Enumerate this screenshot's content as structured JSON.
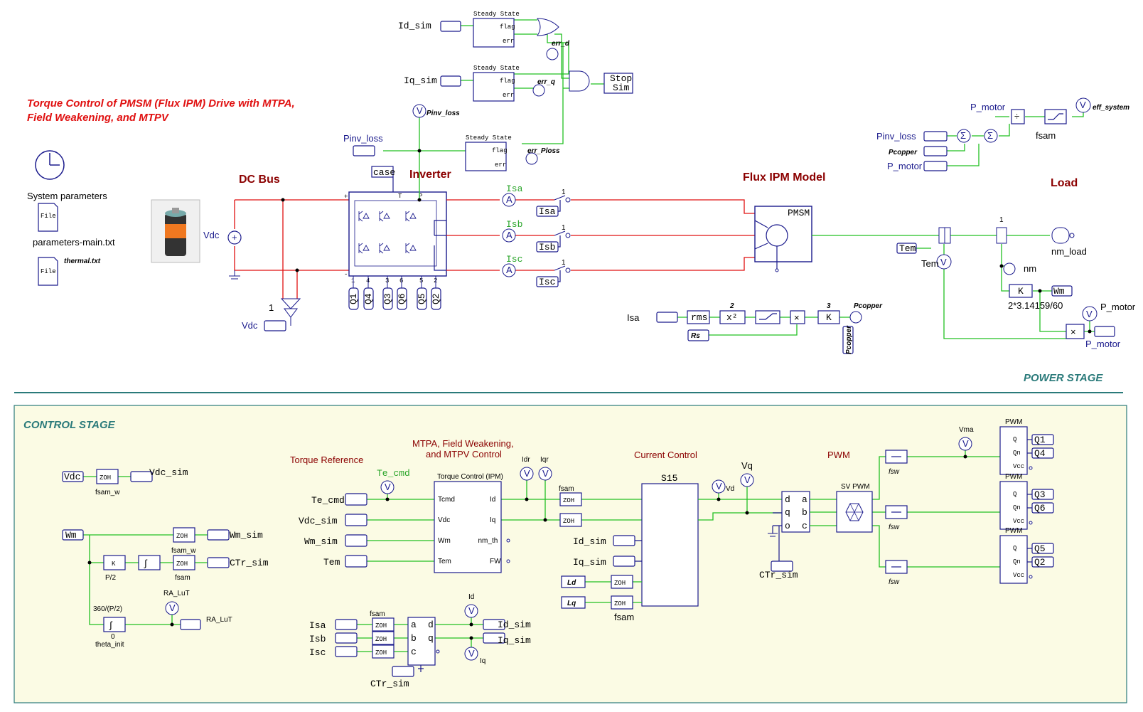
{
  "title": {
    "line1": "Torque Control of PMSM (Flux IPM) Drive with MTPA,",
    "line2": "Field Weakening, and MTPV"
  },
  "power_stage": {
    "stage_label": "POWER STAGE",
    "headers": {
      "dc_bus": "DC Bus",
      "inverter": "Inverter",
      "flux_ipm_model": "Flux IPM Model",
      "load": "Load"
    },
    "system_parameters": "System parameters",
    "file_label": "File",
    "file1": "parameters-main.txt",
    "file2": "thermal.txt",
    "vdc_source": "Vdc",
    "vdc_meter": "Vdc",
    "vdc_gain": "1",
    "case_label": "case",
    "pmsm_label": "PMSM",
    "steady_state": "Steady State",
    "ss_flag": "flag",
    "ss_err": "err",
    "id_sim": "Id_sim",
    "iq_sim": "Iq_sim",
    "err_d": "err_d",
    "err_q": "err_q",
    "stop_sim1": "Stop",
    "stop_sim2": "Sim",
    "pinv_loss_probe": "Pinv_loss",
    "pinv_loss_in": "Pinv_loss",
    "err_ploss": "err_Ploss",
    "currents": [
      "Isa",
      "Isb",
      "Isc"
    ],
    "current_gain": "1",
    "gate_labels": [
      "Q1",
      "Q4",
      "Q3",
      "Q6",
      "Q5",
      "Q2"
    ],
    "gate_pins": [
      "1",
      "4",
      "3",
      "6",
      "5",
      "2"
    ],
    "tem": "Tem",
    "tem_probe": "Tem",
    "nm_load": "nm_load",
    "nm": "nm",
    "wm": "Wm",
    "k_label": "K",
    "k_gain": "2*3.14159/60",
    "shaft_gain": "1",
    "p_motor_probe": "P_motor",
    "p_motor_out": "P_motor",
    "copper": {
      "isa": "Isa",
      "rms": "rms",
      "x2": "x²",
      "two": "2",
      "three": "3",
      "k": "K",
      "rs": "Rs",
      "pcopper_probe": "Pcopper",
      "pcopper_rot": "Pcopper"
    },
    "efficiency": {
      "p_motor_top": "P_motor",
      "pinv_loss": "Pinv_loss",
      "pcopper": "Pcopper",
      "p_motor": "P_motor",
      "fsam": "fsam",
      "eff_system": "eff_system"
    }
  },
  "control_stage": {
    "stage_label": "CONTROL STAGE",
    "headers": {
      "torque_reference": "Torque Reference",
      "mtpa1": "MTPA, Field Weakening,",
      "mtpa2": "and MTPV Control",
      "current_control": "Current Control",
      "pwm": "PWM"
    },
    "vdc": "Vdc",
    "zoh": "ZOH",
    "vdc_sim": "Vdc_sim",
    "fsam_w": "fsam_w",
    "wm": "Wm",
    "wm_sim": "Wm_sim",
    "ctr_sim": "CTr_sim",
    "p2": "P/2",
    "k": "K",
    "fsam": "fsam",
    "ra_lut_probe": "RA_LuT",
    "ra_lut": "RA_LuT",
    "deg_gain": "360/(P/2)",
    "zero": "0",
    "theta_init": "theta_init",
    "te_cmd_probe": "Te_cmd",
    "inputs": [
      "Te_cmd",
      "Vdc_sim",
      "Wm_sim",
      "Tem"
    ],
    "torque_block_title": "Torque Control (IPM)",
    "torque_ports_in": [
      "Tcmd",
      "Vdc",
      "Wm",
      "Tem"
    ],
    "torque_ports_out": [
      "Id",
      "Iq",
      "nm_th",
      "FW"
    ],
    "idr": "Idr",
    "iqr": "Iqr",
    "s15": "S15",
    "cc_inputs": [
      "Id_sim",
      "Iq_sim",
      "Ld",
      "Lq"
    ],
    "vd": "Vd",
    "vq": "Vq",
    "dq_ports_in": [
      "d",
      "q",
      "o"
    ],
    "dq_ports_out": [
      "a",
      "b",
      "c"
    ],
    "sv_pwm": "SV PWM",
    "fsw": "fsw",
    "vma": "Vma",
    "pwm_block": "PWM",
    "pwm_pins": [
      "Q",
      "Qn",
      "Vcc"
    ],
    "pwm_outputs": [
      "Q1",
      "Q4",
      "Q3",
      "Q6",
      "Q5",
      "Q2"
    ],
    "abc_inputs": [
      "Isa",
      "Isb",
      "Isc"
    ],
    "abc_ports_in": [
      "a",
      "b",
      "c"
    ],
    "abc_ports_out": [
      "d",
      "q"
    ],
    "id_probe": "Id",
    "iq_probe": "Iq",
    "id_sim": "Id_sim",
    "iq_sim": "Iq_sim",
    "ctr_sim_bottom": "CTr_sim"
  }
}
